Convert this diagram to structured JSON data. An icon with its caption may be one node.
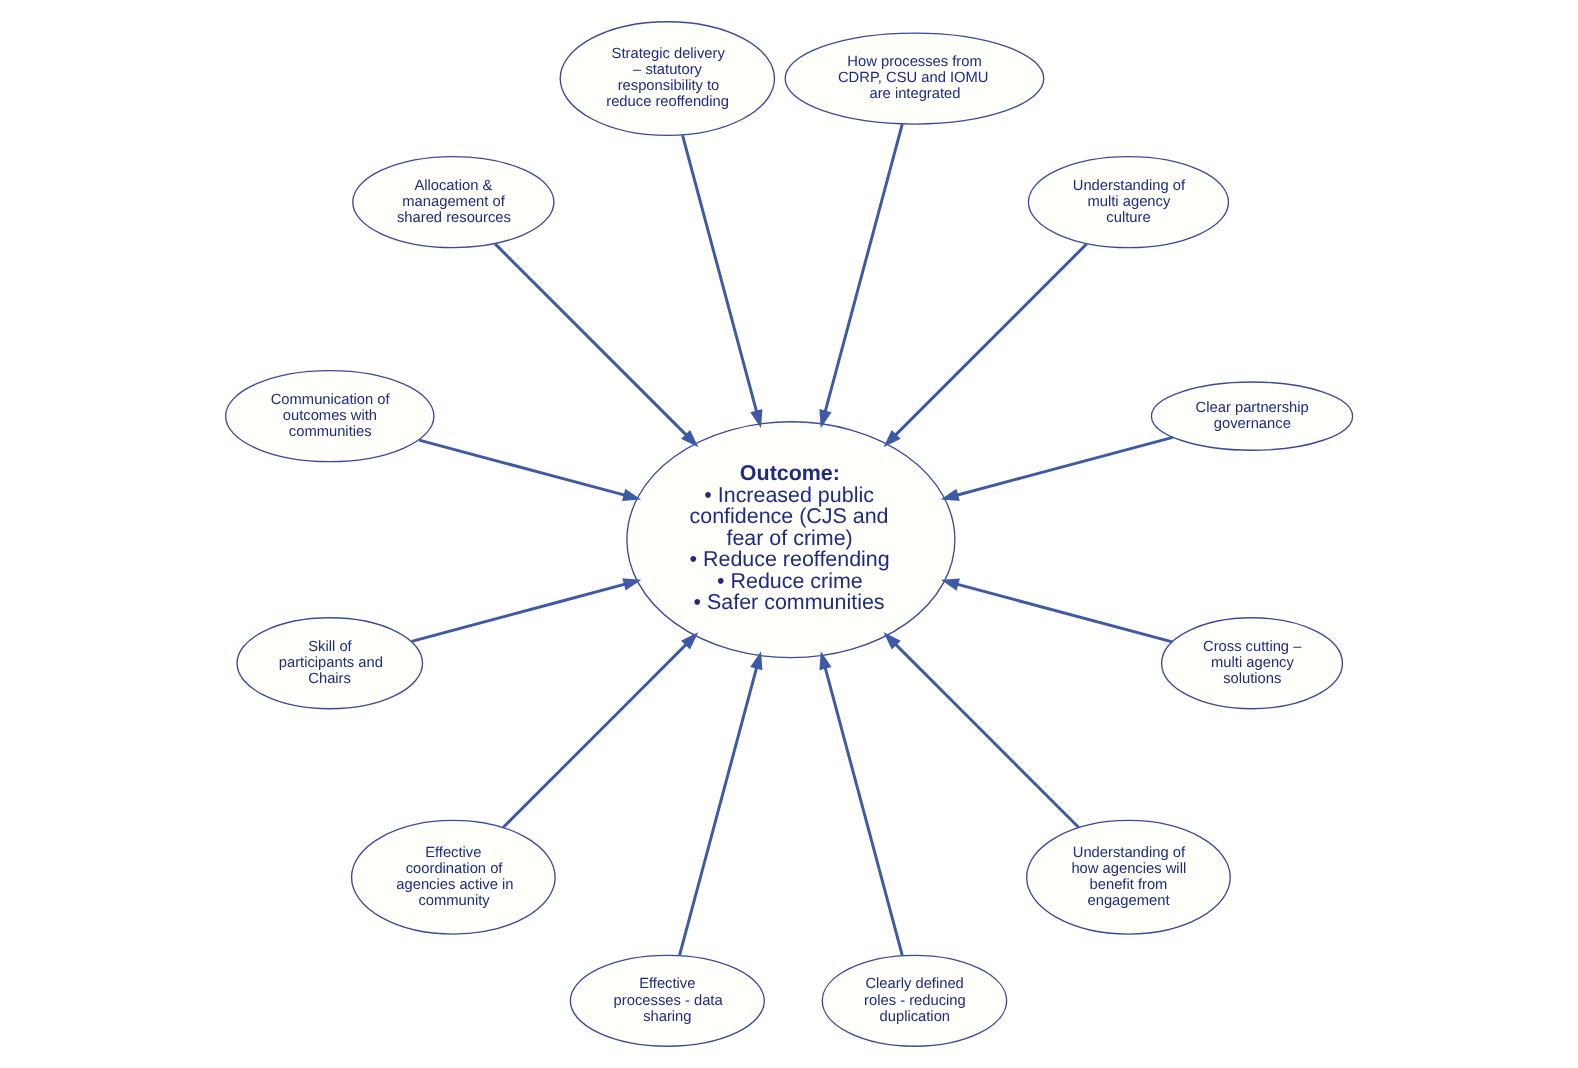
{
  "diagram": {
    "nodes": [
      {
        "text": [
          "Outcome:",
          "• Increased public confidence (CJS and fear of crime)",
          "• Reduce reoffending",
          "• Reduce crime",
          "• Safer communities"
        ]
      },
      {
        "text": [
          "Clear partnership governance"
        ]
      },
      {
        "text": [
          "Understanding of multi agency culture"
        ]
      },
      {
        "text": [
          "How processes from CDRP, CSU and IOMU are integrated"
        ]
      },
      {
        "text": [
          "Strategic delivery – statutory responsibility to reduce reoffending"
        ]
      },
      {
        "text": [
          "Allocation & management of shared resources"
        ]
      },
      {
        "text": [
          "Communication of outcomes with communities"
        ]
      },
      {
        "text": [
          "Skill of participants and Chairs"
        ]
      },
      {
        "text": [
          "Effective coordination of agencies active in community"
        ]
      },
      {
        "text": [
          "Effective processes - data sharing"
        ]
      },
      {
        "text": [
          "Clearly defined roles - reducing duplication"
        ]
      },
      {
        "text": [
          "Understanding of how agencies will benefit from engagement"
        ]
      },
      {
        "text": [
          "Cross cutting – multi agency solutions"
        ]
      }
    ],
    "edges": [
      {
        "from": 1,
        "to": 0,
        "arrow": "to"
      },
      {
        "from": 2,
        "to": 0,
        "arrow": "to"
      },
      {
        "from": 3,
        "to": 0,
        "arrow": "to"
      },
      {
        "from": 4,
        "to": 0,
        "arrow": "to"
      },
      {
        "from": 5,
        "to": 0,
        "arrow": "to"
      },
      {
        "from": 6,
        "to": 0,
        "arrow": "to"
      },
      {
        "from": 7,
        "to": 0,
        "arrow": "to"
      },
      {
        "from": 8,
        "to": 0,
        "arrow": "to"
      },
      {
        "from": 9,
        "to": 0,
        "arrow": "to"
      },
      {
        "from": 10,
        "to": 0,
        "arrow": "to"
      },
      {
        "from": 11,
        "to": 0,
        "arrow": "to"
      },
      {
        "from": 12,
        "to": 0,
        "arrow": "to"
      }
    ]
  }
}
